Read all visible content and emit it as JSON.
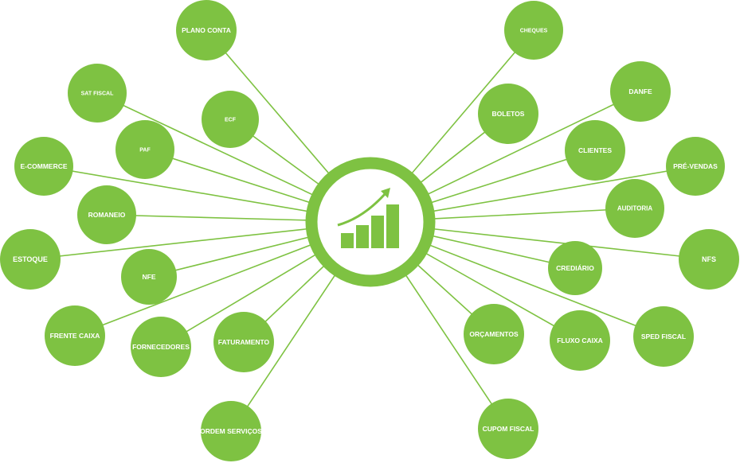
{
  "hub": {
    "icon": "growth-chart-icon"
  },
  "colors": {
    "accent": "#7ec242",
    "label": "#ffffff",
    "background": "#ffffff"
  },
  "nodes": [
    {
      "id": "plano-conta",
      "label": "PLANO CONTA"
    },
    {
      "id": "sat-fiscal",
      "label": "SAT FISCAL"
    },
    {
      "id": "ecf",
      "label": "ECF"
    },
    {
      "id": "paf",
      "label": "PAF"
    },
    {
      "id": "e-commerce",
      "label": "E-COMMERCE"
    },
    {
      "id": "romaneio",
      "label": "ROMANEIO"
    },
    {
      "id": "estoque",
      "label": "ESTOQUE"
    },
    {
      "id": "nfe",
      "label": "NFE"
    },
    {
      "id": "frente-caixa",
      "label": "FRENTE CAIXA"
    },
    {
      "id": "fornecedores",
      "label": "FORNECEDORES"
    },
    {
      "id": "faturamento",
      "label": "FATURAMENTO"
    },
    {
      "id": "ordem-servicos",
      "label": "ORDEM SERVIÇOS"
    },
    {
      "id": "cheques",
      "label": "CHEQUES"
    },
    {
      "id": "danfe",
      "label": "DANFE"
    },
    {
      "id": "boletos",
      "label": "BOLETOS"
    },
    {
      "id": "clientes",
      "label": "CLIENTES"
    },
    {
      "id": "pre-vendas",
      "label": "PRÉ-VENDAS"
    },
    {
      "id": "auditoria",
      "label": "AUDITORIA"
    },
    {
      "id": "nfs",
      "label": "NFS"
    },
    {
      "id": "crediario",
      "label": "CREDIÁRIO"
    },
    {
      "id": "orcamentos",
      "label": "ORÇAMENTOS"
    },
    {
      "id": "fluxo-caixa",
      "label": "FLUXO CAIXA"
    },
    {
      "id": "sped-fiscal",
      "label": "SPED FISCAL"
    },
    {
      "id": "cupom-fiscal",
      "label": "CUPOM FISCAL"
    }
  ]
}
